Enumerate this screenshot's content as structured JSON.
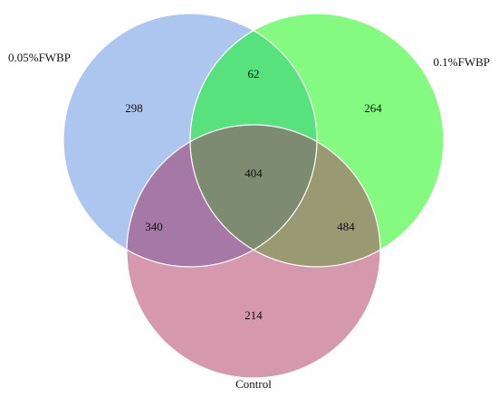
{
  "sets": [
    {
      "id": "a",
      "name": "0.05%FWBP",
      "color": "#adc6f0"
    },
    {
      "id": "b",
      "name": "0.1%FWBP",
      "color": "#85fa80"
    },
    {
      "id": "c",
      "name": "Control",
      "color": "#d698ad"
    }
  ],
  "regions": {
    "a_only": "298",
    "b_only": "264",
    "c_only": "214",
    "ab": "62",
    "ac": "340",
    "bc": "484",
    "abc": "404"
  },
  "colors": {
    "ab": "#58e27e",
    "ac": "#a678a6",
    "bc": "#9a9a72",
    "abc": "#7d8c70",
    "outline": "#ffffff"
  }
}
